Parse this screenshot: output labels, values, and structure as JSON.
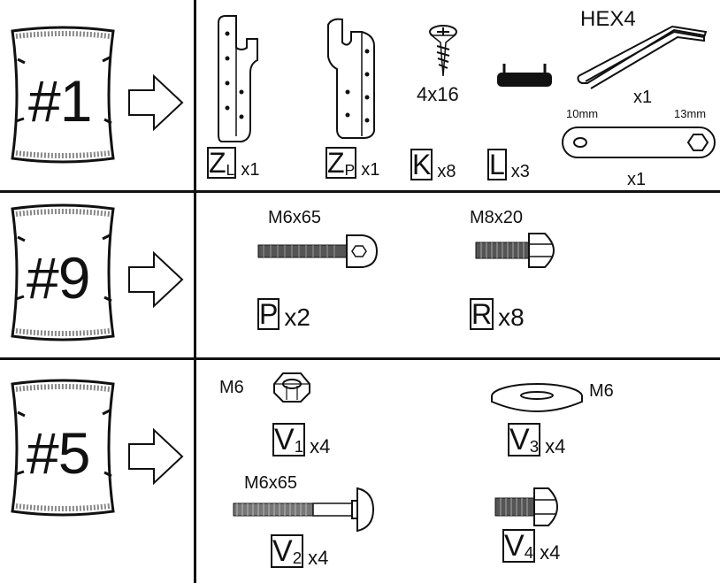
{
  "rows": [
    {
      "bag_label": "#1",
      "parts": {
        "zl": {
          "letter": "Z",
          "sub": "L",
          "qty": "x1"
        },
        "zp": {
          "letter": "Z",
          "sub": "P",
          "qty": "x1"
        },
        "k": {
          "letter": "K",
          "sub": "",
          "qty": "x8",
          "size": "4x16"
        },
        "l": {
          "letter": "L",
          "sub": "",
          "qty": "x3"
        },
        "hex": {
          "name": "HEX4",
          "qty": "x1"
        },
        "spanner": {
          "left": "10mm",
          "right": "13mm",
          "qty": "x1"
        }
      }
    },
    {
      "bag_label": "#9",
      "parts": {
        "p": {
          "letter": "P",
          "sub": "",
          "qty": "x2",
          "size": "M6x65"
        },
        "r": {
          "letter": "R",
          "sub": "",
          "qty": "x8",
          "size": "M8x20"
        }
      }
    },
    {
      "bag_label": "#5",
      "parts": {
        "v1": {
          "letter": "V",
          "sub": "1",
          "qty": "x4",
          "size": "M6"
        },
        "v2": {
          "letter": "V",
          "sub": "2",
          "qty": "x4",
          "size": "M6x65"
        },
        "v3": {
          "letter": "V",
          "sub": "3",
          "qty": "x4",
          "size": "M6"
        },
        "v4": {
          "letter": "V",
          "sub": "4",
          "qty": "x4"
        }
      }
    }
  ]
}
